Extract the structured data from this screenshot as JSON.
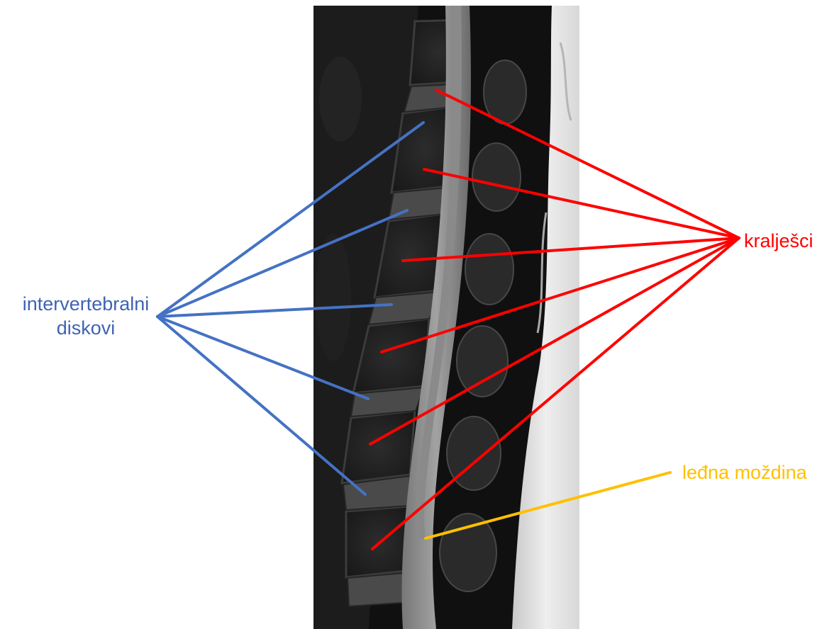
{
  "labels": {
    "discs_line1": "intervertebralni",
    "discs_line2": "diskovi",
    "vertebrae": "kralješci",
    "spinal_cord": "leđna moždina"
  },
  "colors": {
    "discs": "#4472c4",
    "vertebrae": "#ff0000",
    "spinal_cord": "#ffc000",
    "discs_text": "#3f63b4"
  }
}
